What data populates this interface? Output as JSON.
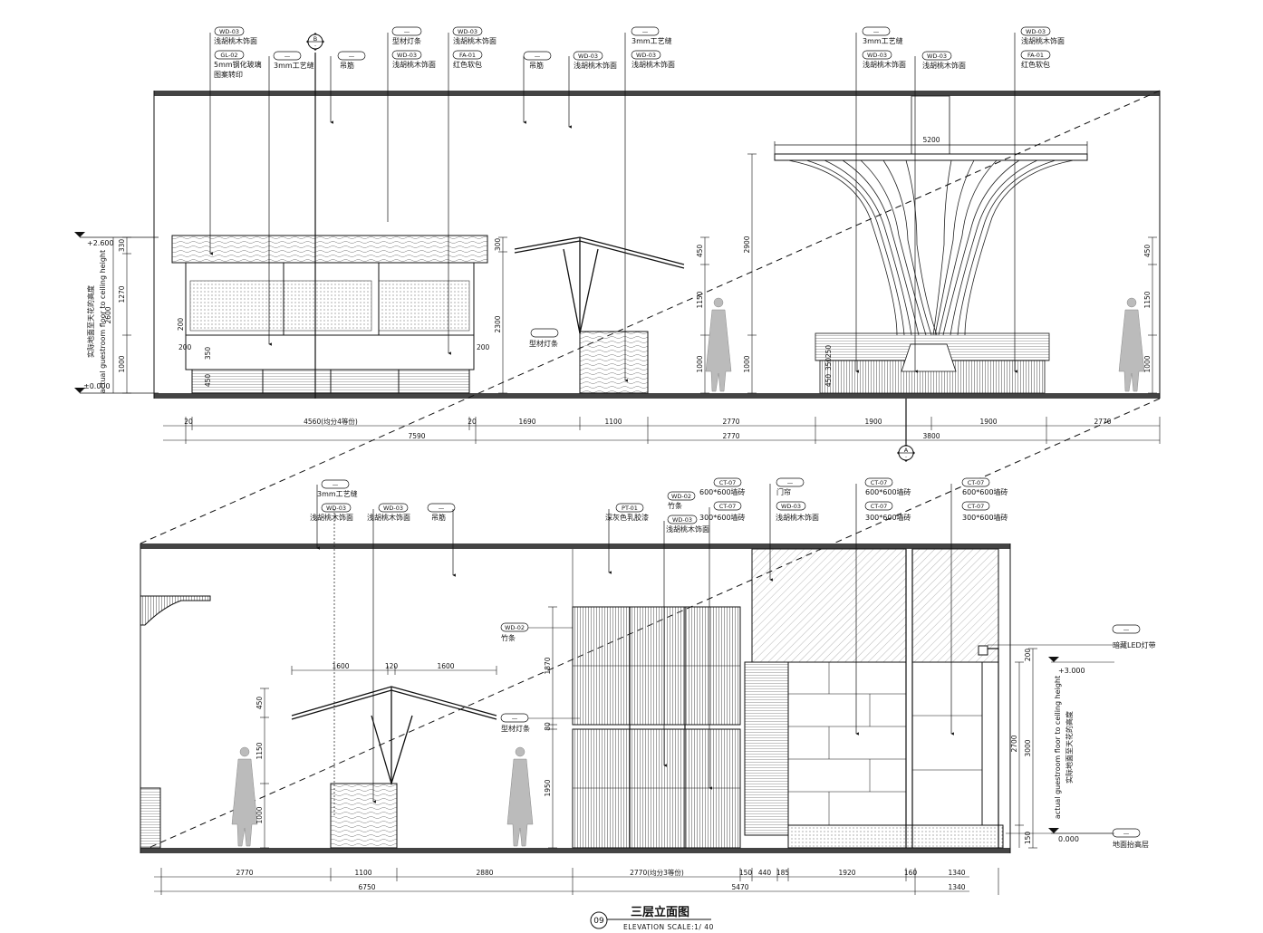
{
  "title": {
    "number": "09",
    "name": "三层立面图",
    "subtitle": "ELEVATION    SCALE:1/ 40"
  },
  "section_markers": {
    "b": {
      "letter": "B",
      "ref": "-"
    },
    "a": {
      "letter": "A",
      "ref": "-"
    }
  },
  "top": {
    "tags": [
      {
        "code": "WD-03",
        "text": "浅胡桃木饰面"
      },
      {
        "code": "GL-02",
        "text": "5mm钢化玻璃"
      },
      {
        "code": "GL-02",
        "text": "图案转印"
      },
      {
        "code": "—",
        "text": "3mm工艺缝"
      },
      {
        "code": "—",
        "text": "吊筋"
      },
      {
        "code": "—",
        "text": "型材灯条"
      },
      {
        "code": "WD-03",
        "text": "浅胡桃木饰面"
      },
      {
        "code": "WD-03",
        "text": "浅胡桃木饰面"
      },
      {
        "code": "FA-01",
        "text": "红色软包"
      },
      {
        "code": "—",
        "text": "吊筋"
      },
      {
        "code": "WD-03",
        "text": "浅胡桃木饰面"
      },
      {
        "code": "—",
        "text": "3mm工艺缝"
      },
      {
        "code": "WD-03",
        "text": "浅胡桃木饰面"
      },
      {
        "code": "—",
        "text": "3mm工艺缝"
      },
      {
        "code": "WD-03",
        "text": "浅胡桃木饰面"
      },
      {
        "code": "WD-03",
        "text": "浅胡桃木饰面"
      },
      {
        "code": "WD-03",
        "text": "浅胡桃木饰面"
      },
      {
        "code": "FA-01",
        "text": "红色软包"
      }
    ],
    "light_label": "型材灯条",
    "canopy_width": "5200",
    "vertical_dims": [
      "330",
      "1270",
      "1000",
      "2600",
      "300",
      "2300",
      "200",
      "350",
      "450",
      "450",
      "1150",
      "1000",
      "2900",
      "1000",
      "450",
      "1150",
      "1000",
      "200",
      "200",
      "250",
      "350",
      "450"
    ],
    "levels": [
      "+2.600",
      "±0.000"
    ],
    "height_note_cn": "实际地面至天花的高度",
    "height_note_en": "actual guestroom floor to ceiling height",
    "dims_row1": [
      "20",
      "4560(均分4等份)",
      "20",
      "1690",
      "1100",
      "2770",
      "1900",
      "1900",
      "2770"
    ],
    "dims_row2": [
      "7590",
      "2770",
      "3800"
    ]
  },
  "bottom": {
    "tags": [
      {
        "code": "—",
        "text": "3mm工艺缝"
      },
      {
        "code": "WD-03",
        "text": "浅胡桃木饰面"
      },
      {
        "code": "WD-03",
        "text": "浅胡桃木饰面"
      },
      {
        "code": "—",
        "text": "吊筋"
      },
      {
        "code": "PT-01",
        "text": "深灰色乳胶漆"
      },
      {
        "code": "WD-02",
        "text": "竹条"
      },
      {
        "code": "WD-03",
        "text": "浅胡桃木饰面"
      },
      {
        "code": "CT-07",
        "text": "600*600墙砖"
      },
      {
        "code": "CT-07",
        "text": "300*600墙砖"
      },
      {
        "code": "—",
        "text": "门帘"
      },
      {
        "code": "WD-03",
        "text": "浅胡桃木饰面"
      },
      {
        "code": "CT-07",
        "text": "600*600墙砖"
      },
      {
        "code": "CT-07",
        "text": "300*600墙砖"
      },
      {
        "code": "CT-07",
        "text": "600*600墙砖"
      },
      {
        "code": "CT-07",
        "text": "300*600墙砖"
      }
    ],
    "side_tags": [
      {
        "code": "WD-02",
        "text": "竹条"
      },
      {
        "code": "—",
        "text": "型材灯条"
      }
    ],
    "right_tags": [
      {
        "code": "—",
        "text": "暗藏LED灯带"
      },
      {
        "code": "—",
        "text": "地面抬高层"
      }
    ],
    "canopy_dims": [
      "1600",
      "120",
      "1600"
    ],
    "vertical_dims": [
      "450",
      "1150",
      "1000",
      "1870",
      "80",
      "1950",
      "2700",
      "3000",
      "200",
      "150"
    ],
    "levels": [
      "+3.000",
      "0.000"
    ],
    "height_note_cn": "实际地面至天花的高度",
    "height_note_en": "actual guestroom floor to ceiling height",
    "dims_row1": [
      "2770",
      "1100",
      "2880",
      "2770(均分3等份)",
      "150",
      "440",
      "185",
      "1920",
      "160",
      "1340"
    ],
    "dims_row2": [
      "6750",
      "5470",
      "1340"
    ]
  }
}
